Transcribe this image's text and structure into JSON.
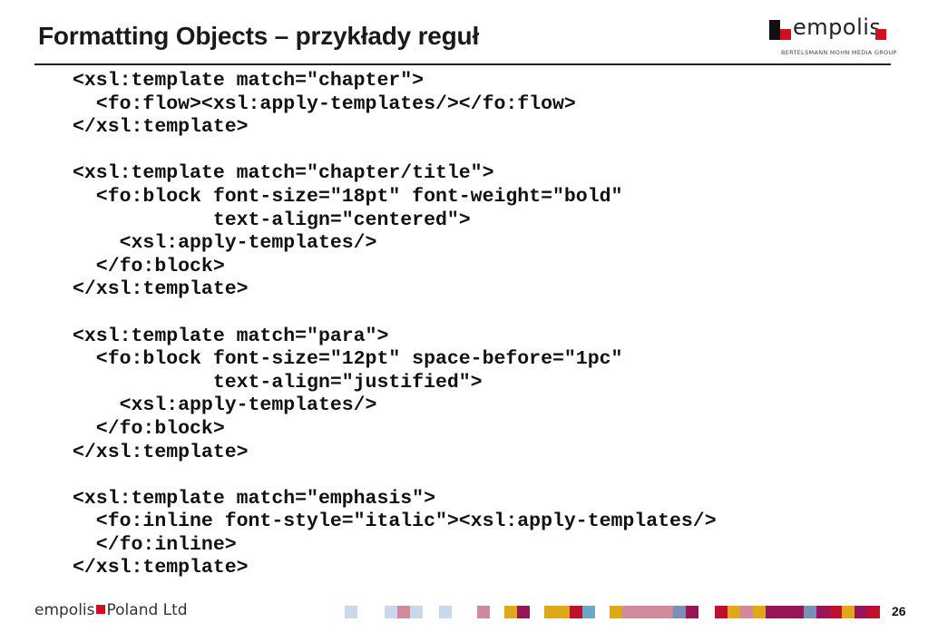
{
  "slide": {
    "title": "Formatting Objects – przykłady reguł",
    "page_number": "26"
  },
  "logo": {
    "wordmark": "empolis",
    "tagline": "BERTELSMANN MOHN MEDIA GROUP"
  },
  "footer": {
    "company_word": "empolis",
    "company_suffix": "Poland Ltd"
  },
  "colors": {
    "brand_red": "#d01020",
    "text": "#111111",
    "square_palette": [
      "#c9d8ea",
      "#d08a9c",
      "#e0a818",
      "#9a1458",
      "#6aa8c8",
      "#c01030",
      "#7a90b8"
    ]
  },
  "code_lines": [
    "<xsl:template match=\"chapter\">",
    "  <fo:flow><xsl:apply-templates/></fo:flow>",
    "</xsl:template>",
    "",
    "<xsl:template match=\"chapter/title\">",
    "  <fo:block font-size=\"18pt\" font-weight=\"bold\"",
    "            text-align=\"centered\">",
    "    <xsl:apply-templates/>",
    "  </fo:block>",
    "</xsl:template>",
    "",
    "<xsl:template match=\"para\">",
    "  <fo:block font-size=\"12pt\" space-before=\"1pc\"",
    "            text-align=\"justified\">",
    "    <xsl:apply-templates/>",
    "  </fo:block>",
    "</xsl:template>",
    "",
    "<xsl:template match=\"emphasis\">",
    "  <fo:inline font-style=\"italic\"><xsl:apply-templates/>",
    "  </fo:inline>",
    "</xsl:template>"
  ]
}
